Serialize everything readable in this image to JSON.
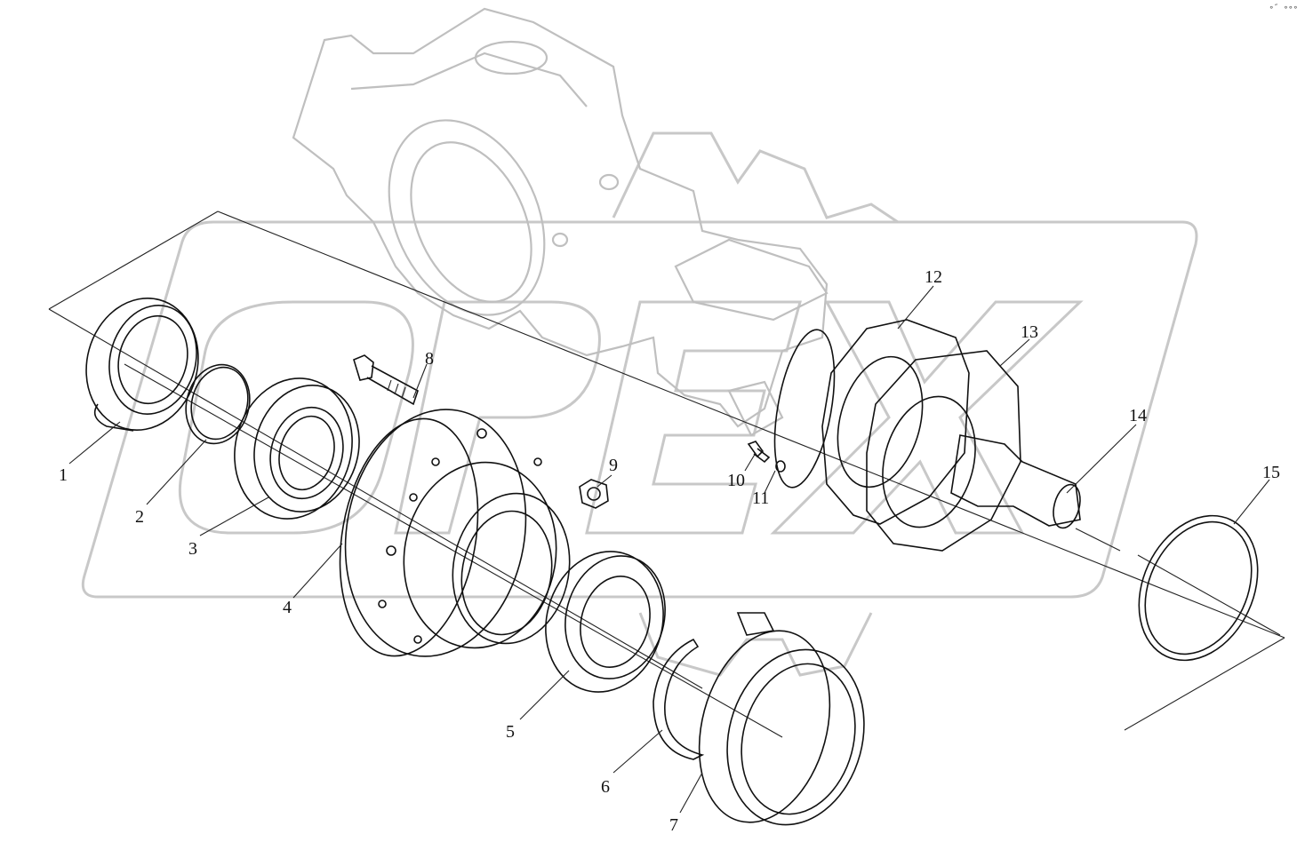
{
  "diagram": {
    "corner_mark": "∘″ ∘∘∘",
    "watermark_text": "OPEX",
    "callouts": [
      {
        "id": "1",
        "label": "1"
      },
      {
        "id": "2",
        "label": "2"
      },
      {
        "id": "3",
        "label": "3"
      },
      {
        "id": "4",
        "label": "4"
      },
      {
        "id": "5",
        "label": "5"
      },
      {
        "id": "6",
        "label": "6"
      },
      {
        "id": "7",
        "label": "7"
      },
      {
        "id": "8",
        "label": "8"
      },
      {
        "id": "9",
        "label": "9"
      },
      {
        "id": "10",
        "label": "10"
      },
      {
        "id": "11",
        "label": "11"
      },
      {
        "id": "12",
        "label": "12"
      },
      {
        "id": "13",
        "label": "13"
      },
      {
        "id": "14",
        "label": "14"
      },
      {
        "id": "15",
        "label": "15"
      }
    ]
  }
}
